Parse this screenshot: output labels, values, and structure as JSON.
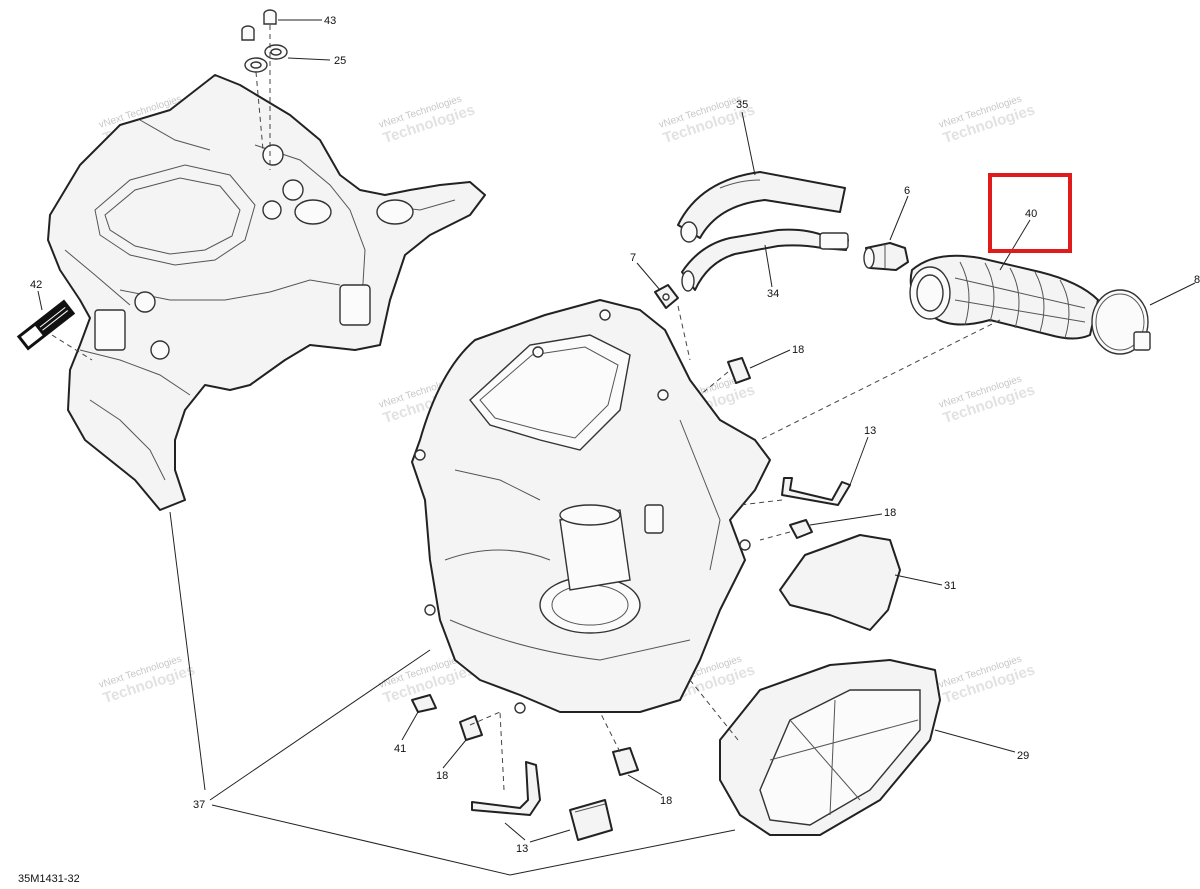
{
  "diagram": {
    "reference_code": "35M1431-32",
    "callouts": [
      {
        "id": "c43",
        "number": "43"
      },
      {
        "id": "c25",
        "number": "25"
      },
      {
        "id": "c42",
        "number": "42"
      },
      {
        "id": "c35",
        "number": "35"
      },
      {
        "id": "c6",
        "number": "6"
      },
      {
        "id": "c40",
        "number": "40",
        "highlighted": true
      },
      {
        "id": "c8",
        "number": "8"
      },
      {
        "id": "c7",
        "number": "7"
      },
      {
        "id": "c34",
        "number": "34"
      },
      {
        "id": "c18a",
        "number": "18"
      },
      {
        "id": "c13a",
        "number": "13"
      },
      {
        "id": "c18b",
        "number": "18"
      },
      {
        "id": "c31",
        "number": "31"
      },
      {
        "id": "c29",
        "number": "29"
      },
      {
        "id": "c41",
        "number": "41"
      },
      {
        "id": "c18c",
        "number": "18"
      },
      {
        "id": "c18d",
        "number": "18"
      },
      {
        "id": "c37",
        "number": "37"
      },
      {
        "id": "c13b",
        "number": "13"
      }
    ],
    "watermark": {
      "line1": "vNext Technologies",
      "line2": "Technologies"
    },
    "highlight_color": "#e01b1b",
    "line_color": "#222222"
  }
}
